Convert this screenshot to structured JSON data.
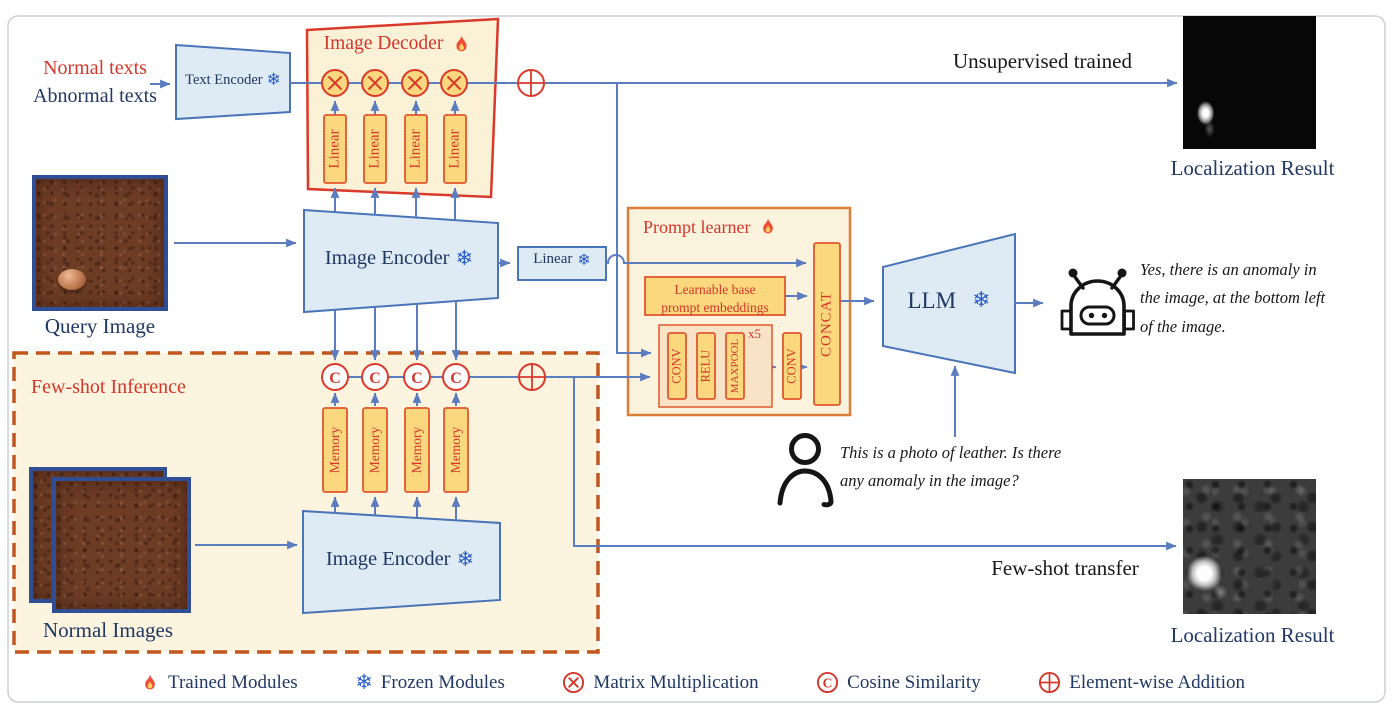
{
  "icons": {
    "snowflake": "❄",
    "cosine_letter": "C"
  },
  "colors": {
    "accent_red": "#D2372A",
    "box_border_orange": "#E2572F",
    "box_yellow": "#FBD77D",
    "panel_cream": "#FCF3DE",
    "encoder_fill": "#DEEBF5",
    "encoder_border": "#4A74B8",
    "arrow_blue": "#5B7DC0",
    "navy_text": "#1F3864",
    "dashed_border": "#C2571E",
    "snowflake_blue": "#2B5DC8"
  },
  "inputs": {
    "normal_texts": "Normal texts",
    "abnormal_texts": "Abnormal texts",
    "query_image_label": "Query Image"
  },
  "modules": {
    "text_encoder": "Text Encoder",
    "image_encoder_top": "Image Encoder",
    "image_encoder_bottom": "Image Encoder",
    "linear_projection": "Linear",
    "llm": "LLM"
  },
  "image_decoder": {
    "title": "Image Decoder",
    "linear_labels": [
      "Linear",
      "Linear",
      "Linear",
      "Linear"
    ]
  },
  "prompt_learner": {
    "title": "Prompt learner",
    "learnable_box": "Learnable base\nprompt embeddings",
    "conv1": "CONV",
    "relu": "RELU",
    "maxpool": "MAXPOOL",
    "repeat_tag": "x5",
    "conv2": "CONV",
    "concat": "CONCAT"
  },
  "few_shot": {
    "title": "Few-shot Inference",
    "memory_labels": [
      "Memory",
      "Memory",
      "Memory",
      "Memory"
    ],
    "normal_images_label": "Normal Images"
  },
  "outputs": {
    "unsupervised_arrow_label": "Unsupervised trained",
    "few_shot_arrow_label": "Few-shot transfer",
    "localization_result_top": "Localization Result",
    "localization_result_bottom": "Localization Result"
  },
  "chat": {
    "assistant_message": "Yes, there is an anomaly in\nthe image, at the bottom left\nof the image.",
    "user_message": "This is a photo of leather. Is there\nany anomaly in the image?"
  },
  "legend": {
    "trained": "Trained Modules",
    "frozen": "Frozen Modules",
    "matmul": "Matrix Multiplication",
    "cosine": "Cosine Similarity",
    "addition": "Element-wise Addition"
  }
}
